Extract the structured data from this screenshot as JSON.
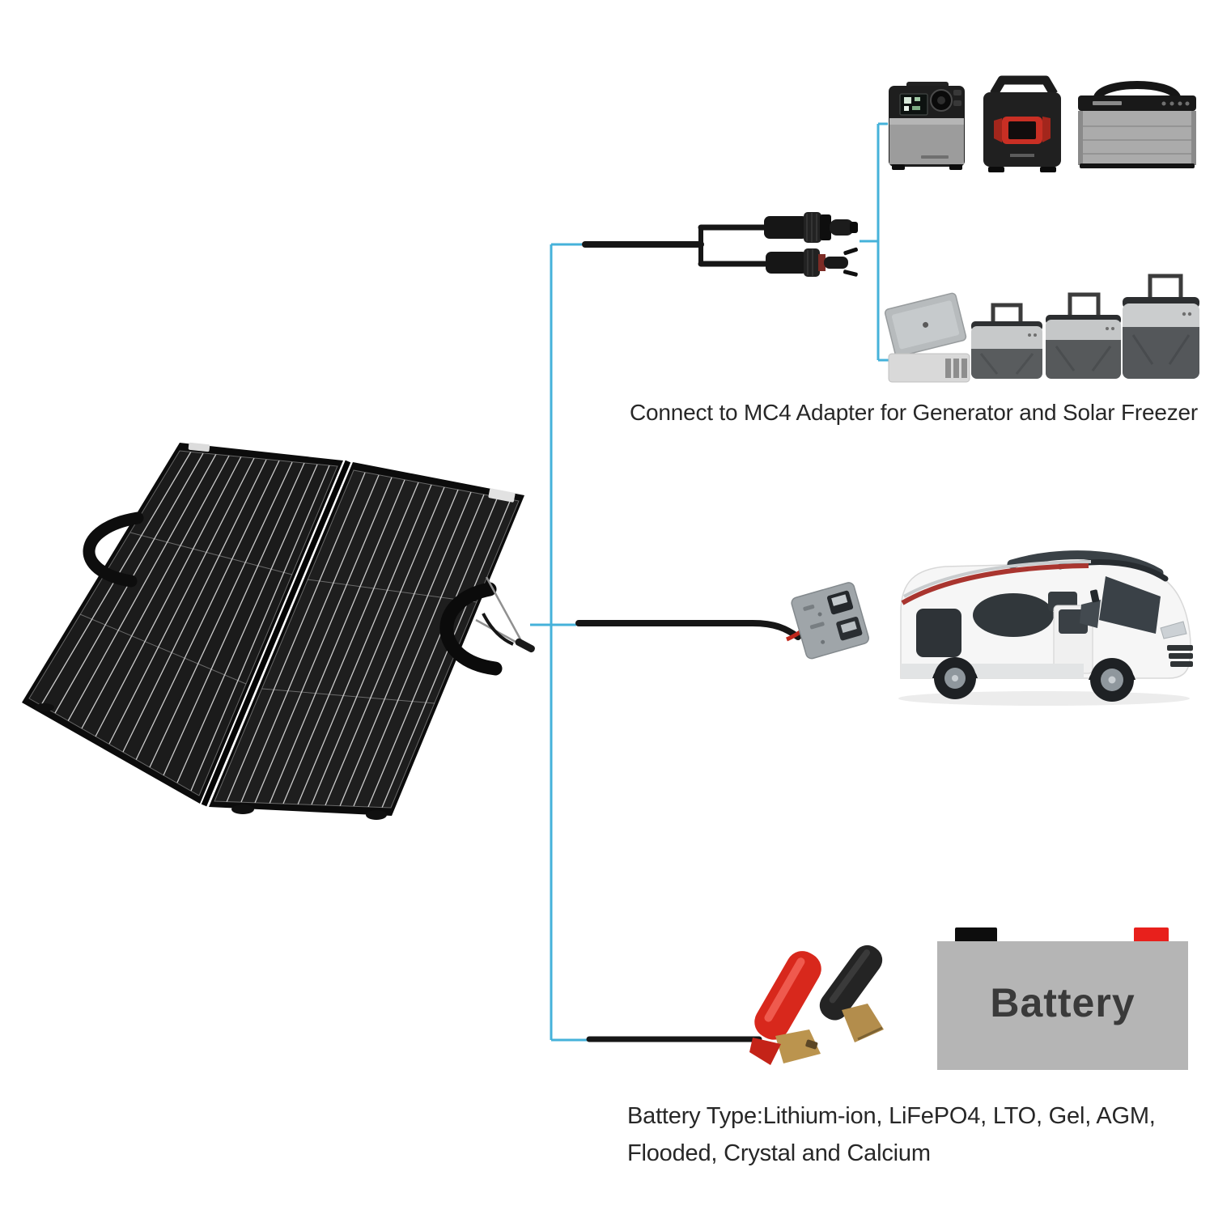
{
  "colors": {
    "connector_line": "#45b2da",
    "cable_black": "#161616",
    "caption_text": "#272727",
    "panel_black": "#1b1b1b",
    "battery_body": "#b5b5b5",
    "battery_label_text": "#3a3a3a",
    "battery_terminal_negative": "#0d0d0d",
    "battery_terminal_positive": "#e8201c",
    "clip_red": "#d8281c",
    "clip_black": "#242424",
    "rv_stripe_red": "#a9352f"
  },
  "captions": {
    "mc4_adapter": "Connect to MC4 Adapter for Generator and Solar Freezer",
    "battery_types_line1": "Battery Type:Lithium-ion, LiFePO4, LTO, Gel, AGM,",
    "battery_types_line2": "Flooded, Crystal and Calcium"
  },
  "battery": {
    "label": "Battery"
  },
  "figures": [
    {
      "name": "portable-solar-panel-suitcase"
    },
    {
      "name": "mc4-y-branch-adapter-cable"
    },
    {
      "name": "portable-power-stations",
      "count": 3
    },
    {
      "name": "solar-freezers",
      "count": 4
    },
    {
      "name": "anderson-connector-cable"
    },
    {
      "name": "rv-motorhome"
    },
    {
      "name": "alligator-clip-cable"
    },
    {
      "name": "battery-block"
    }
  ]
}
